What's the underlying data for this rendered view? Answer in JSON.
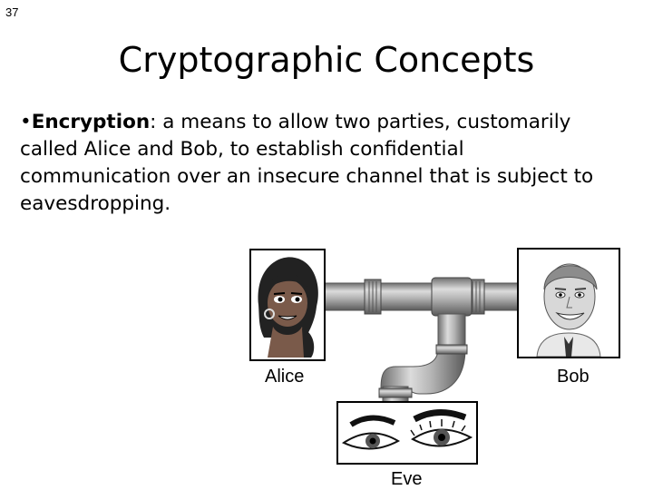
{
  "slide": {
    "number": "37",
    "title": "Cryptographic Concepts",
    "bullet_marker": "•",
    "bullet_term": "Encryption",
    "bullet_rest": ": a means to allow two parties, customarily called Alice and Bob, to establish confidential communication over an insecure channel that is subject to eavesdropping."
  },
  "figure": {
    "alice_label": "Alice",
    "bob_label": "Bob",
    "eve_label": "Eve"
  }
}
